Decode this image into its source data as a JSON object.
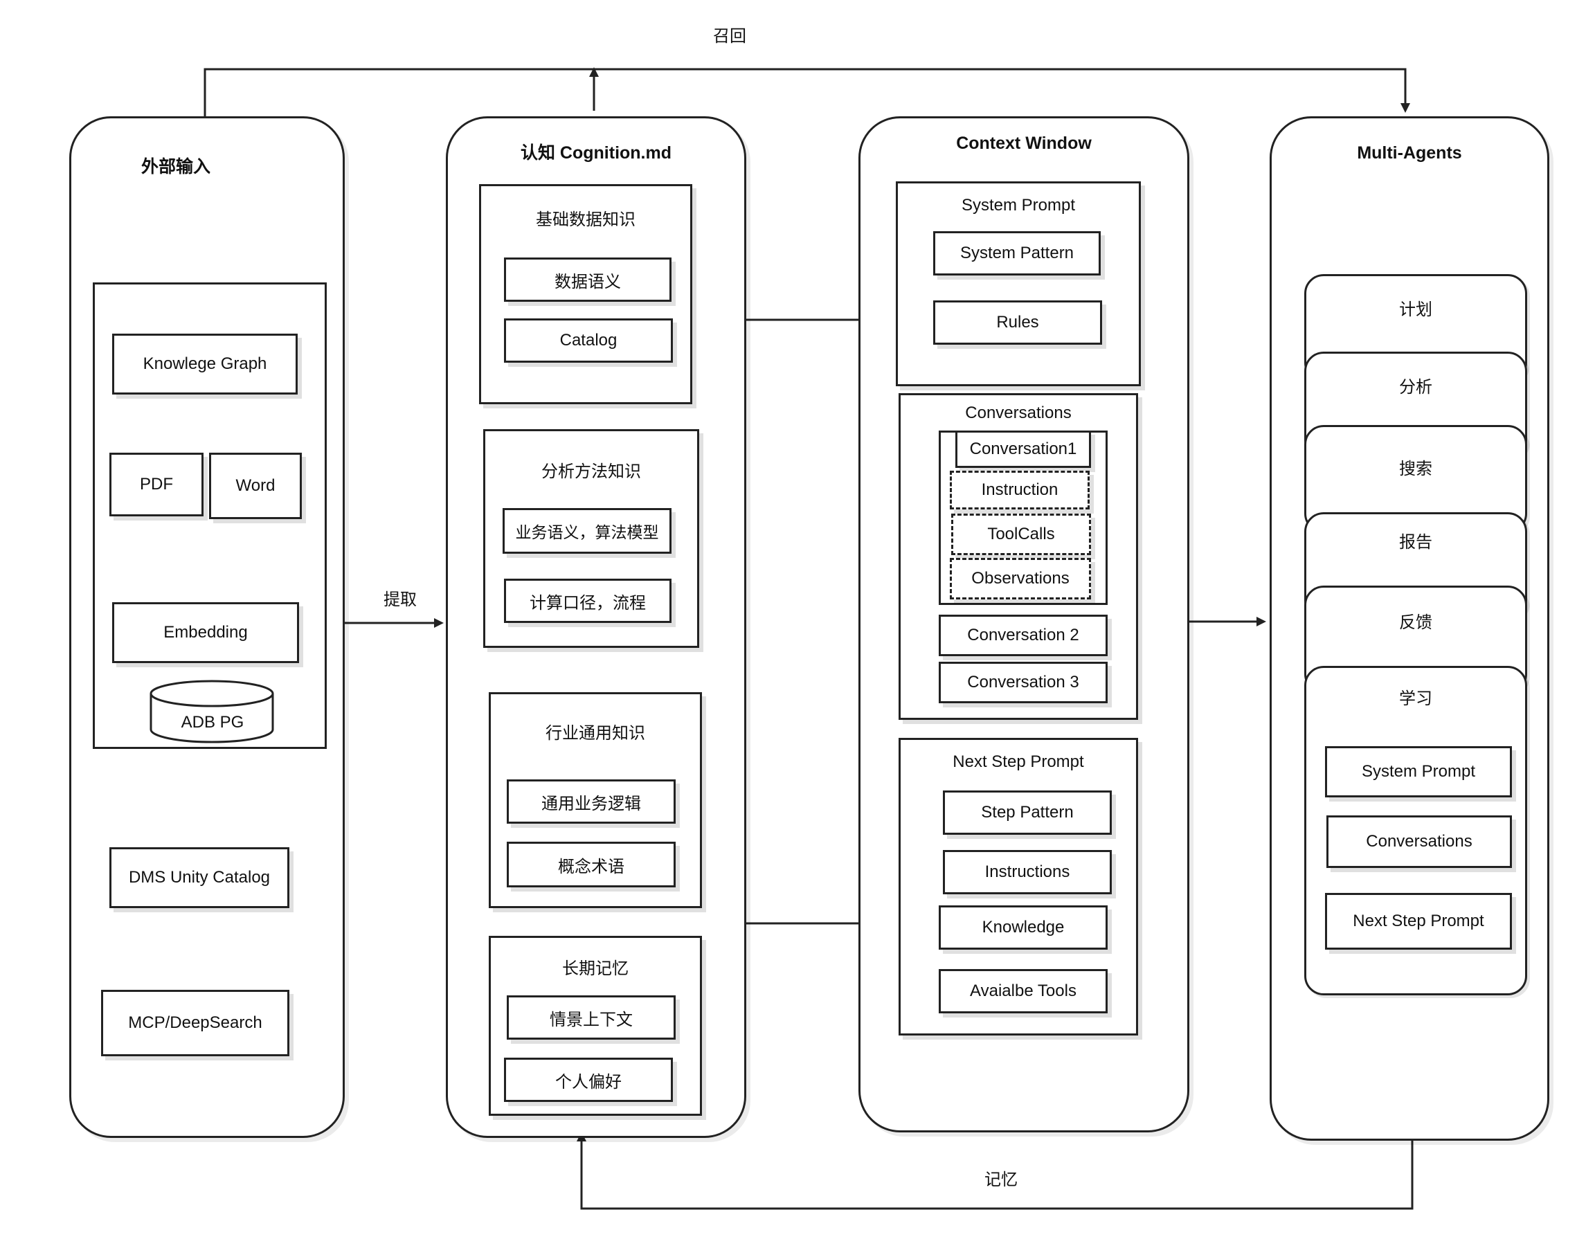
{
  "labels": {
    "recall": "召回",
    "extract": "提取",
    "memory": "记忆"
  },
  "columns": {
    "external": {
      "title": "外部输入",
      "knowledge_graph": "Knowlege Graph",
      "pdf": "PDF",
      "word": "Word",
      "embedding": "Embedding",
      "adb_pg": "ADB PG",
      "dms": "DMS Unity Catalog",
      "mcp": "MCP/DeepSearch"
    },
    "cognition": {
      "title": "认知 Cognition.md",
      "groups": [
        {
          "title": "基础数据知识",
          "items": [
            "数据语义",
            "Catalog"
          ]
        },
        {
          "title": "分析方法知识",
          "items": [
            "业务语义，算法模型",
            "计算口径，流程"
          ]
        },
        {
          "title": "行业通用知识",
          "items": [
            "通用业务逻辑",
            "概念术语"
          ]
        },
        {
          "title": "长期记忆",
          "items": [
            "情景上下文",
            "个人偏好"
          ]
        }
      ]
    },
    "context": {
      "title": "Context Window",
      "system_prompt": {
        "title": "System Prompt",
        "items": [
          "System Pattern",
          "Rules"
        ]
      },
      "conversations": {
        "title": "Conversations",
        "conversation1": "Conversation1",
        "sub_items": [
          "Instruction",
          "ToolCalls",
          "Observations"
        ],
        "others": [
          "Conversation 2",
          "Conversation 3"
        ]
      },
      "next_step": {
        "title": "Next Step Prompt",
        "items": [
          "Step Pattern",
          "Instructions",
          "Knowledge",
          "Avaialbe Tools"
        ]
      }
    },
    "agents": {
      "title": "Multi-Agents",
      "cards": [
        "计划",
        "分析",
        "搜索",
        "报告",
        "反馈",
        "学习"
      ],
      "inner_items": [
        "System Prompt",
        "Conversations",
        "Next Step Prompt"
      ]
    }
  }
}
